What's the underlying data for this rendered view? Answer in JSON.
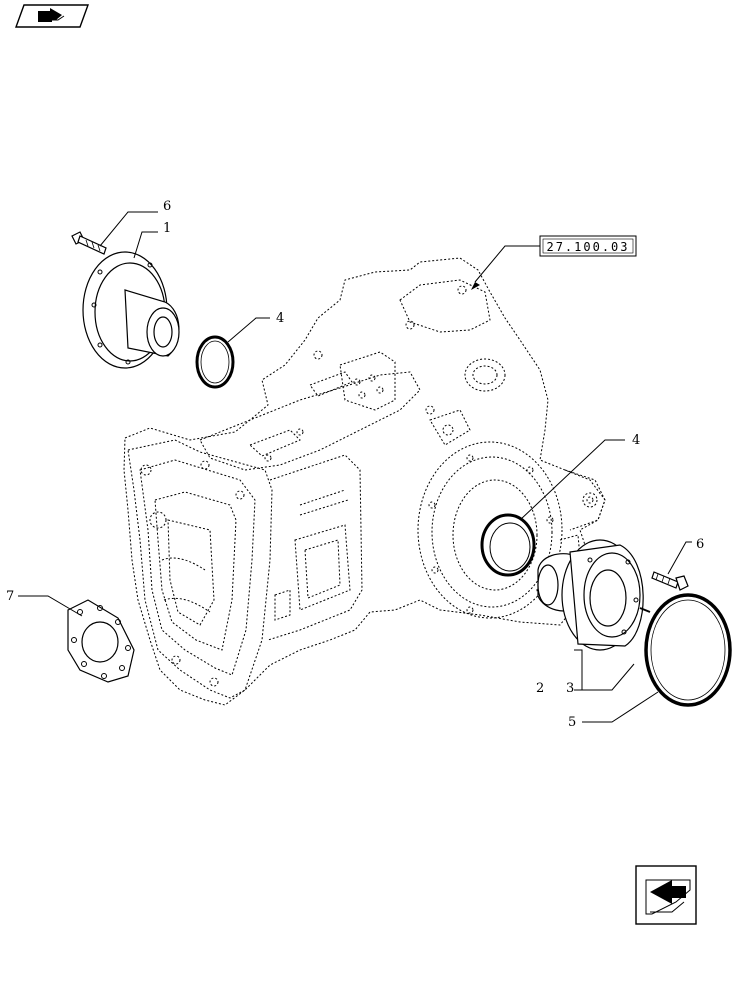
{
  "reference_box": {
    "label": "27.100.03"
  },
  "callouts": {
    "c6_top": "6",
    "c1": "1",
    "c4_left": "4",
    "c4_right": "4",
    "c6_right": "6",
    "c7": "7",
    "c2": "2",
    "c3": "3",
    "c5": "5"
  },
  "icons": {
    "top_left": "book-arrow-icon",
    "bottom_right": "previous-page-arrow-icon"
  },
  "colors": {
    "line": "#000000",
    "background": "#ffffff"
  }
}
